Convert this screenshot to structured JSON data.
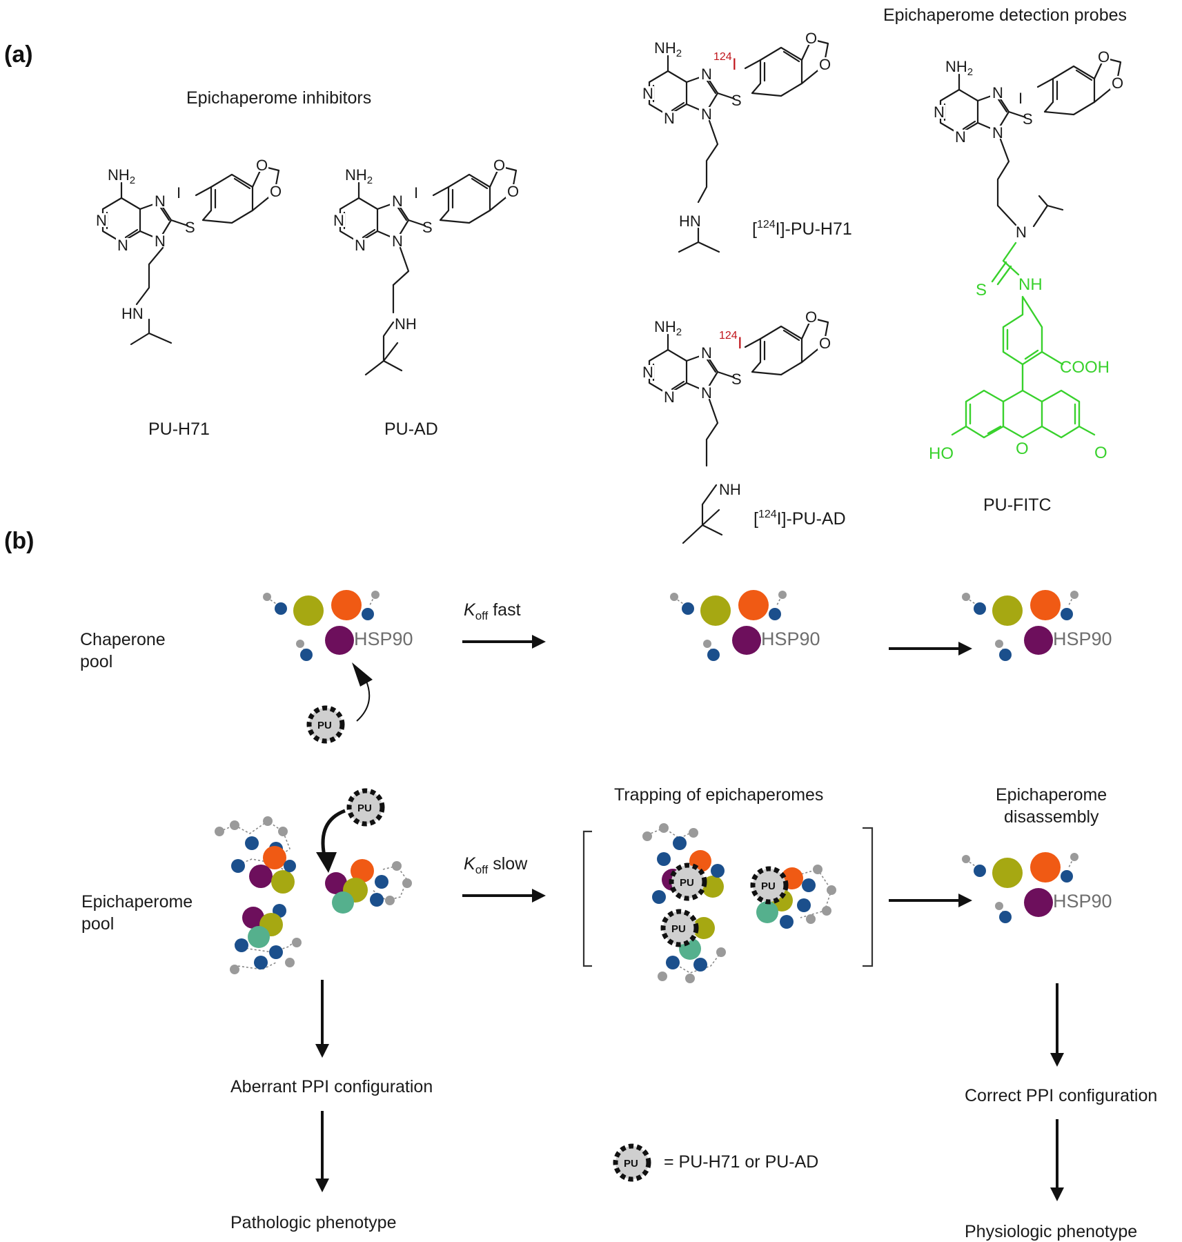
{
  "panel_a": {
    "label": "(a)",
    "inhibitors_title": "Epichaperome inhibitors",
    "probes_title": "Epichaperome detection probes",
    "compounds": {
      "pu_h71": "PU-H71",
      "pu_ad": "PU-AD",
      "i124_pu_h71": "[124I]-PU-H71",
      "i124_pu_ad": "[124I]-PU-AD",
      "pu_fitc": "PU-FITC"
    },
    "atoms": {
      "nh2": "NH2",
      "n": "N",
      "s": "S",
      "i": "I",
      "o": "O",
      "hn": "HN",
      "nh": "NH",
      "cooh": "COOH",
      "ho": "HO",
      "isotope": "124"
    }
  },
  "panel_b": {
    "label": "(b)",
    "chaperone_pool": "Chaperone pool",
    "epichaperome_pool": "Epichaperome pool",
    "k_symbol": "K",
    "k_subscript": "off",
    "fast": "fast",
    "slow": "slow",
    "hsp90": "HSP90",
    "pu_badge": "PU",
    "trapping": "Trapping of epichaperomes",
    "disassembly": "Epichaperome disassembly",
    "aberrant": "Aberrant PPI configuration",
    "pathologic": "Pathologic phenotype",
    "correct": "Correct PPI configuration",
    "physiologic": "Physiologic phenotype",
    "legend": "= PU-H71 or PU-AD"
  },
  "colors": {
    "olive": "#a6a812",
    "orange": "#f05a14",
    "purple": "#6d0f5c",
    "blue": "#1b4f8c",
    "teal": "#55b08d",
    "gray": "#9a9a9a",
    "fitc_green": "#38d12c",
    "iodine_red": "#c0151b"
  }
}
